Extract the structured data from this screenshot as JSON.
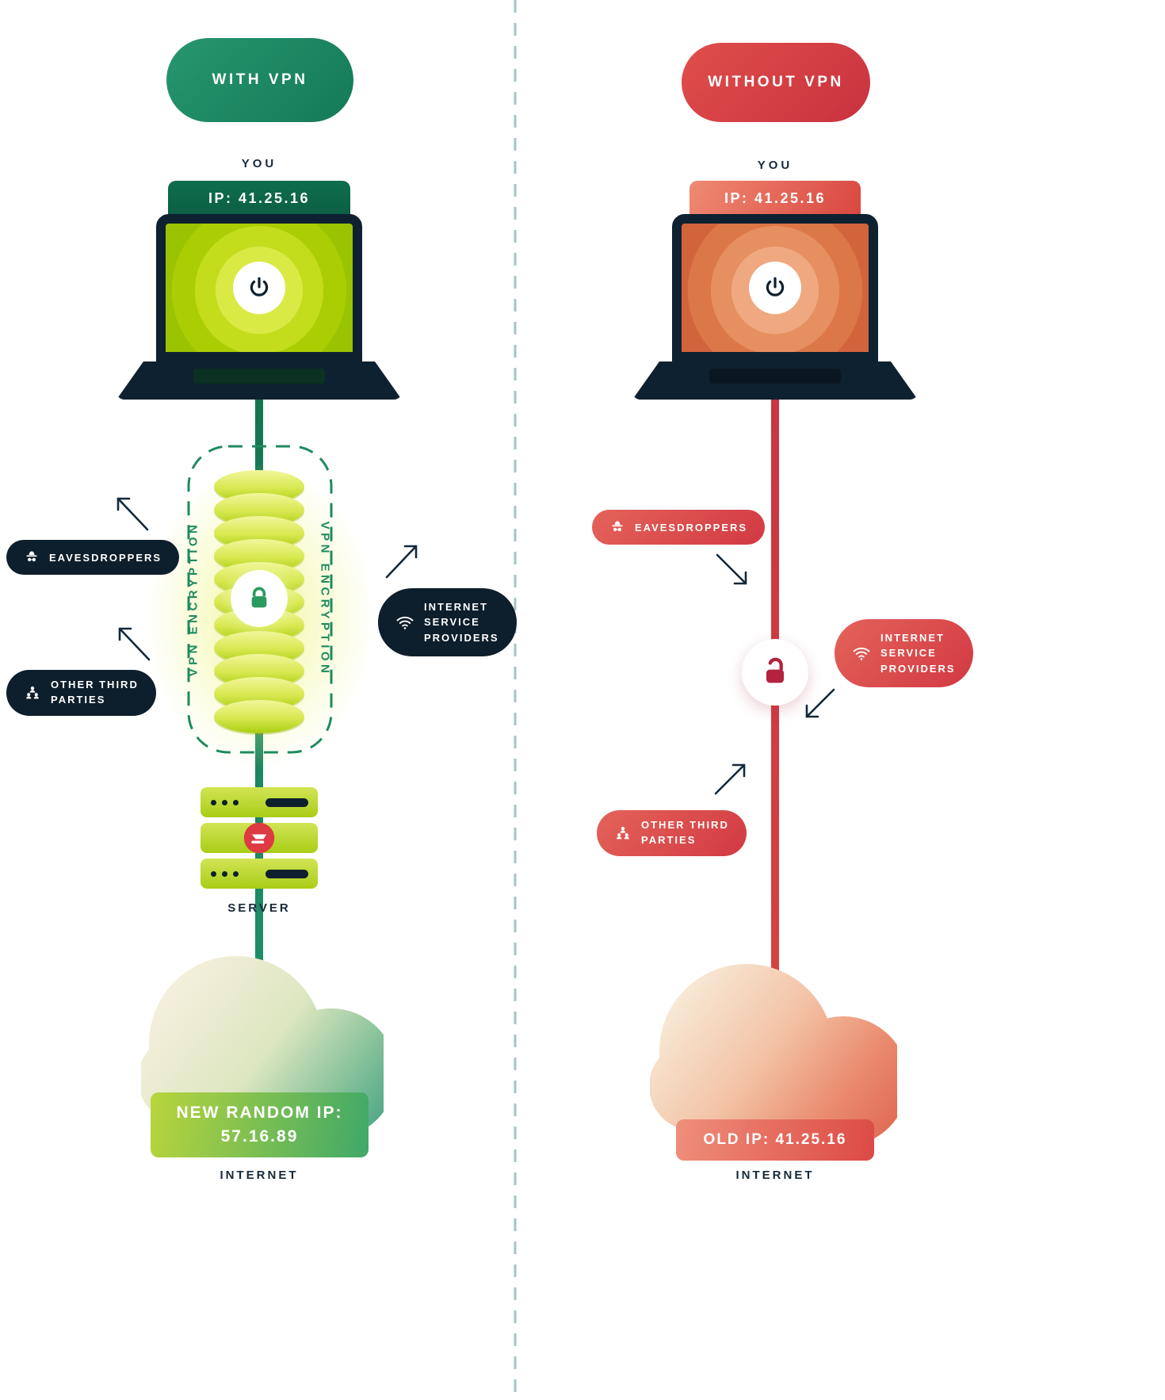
{
  "colors": {
    "brand_green": "#1f8f68",
    "dark_green": "#0d6a4b",
    "lime": "#c6dc35",
    "navy": "#0d1e2c",
    "brand_red": "#d83b43",
    "coral": "#e58a62",
    "divider_teal": "#9fc7c5",
    "white": "#ffffff"
  },
  "with_vpn": {
    "badge": "WITH VPN",
    "you_label": "YOU",
    "ip_label": "IP: 41.25.16",
    "vpn_encryption_left": "VPN ENCRYPTION",
    "vpn_encryption_right": "VPN ENCRYPTION",
    "eavesdroppers": "EAVESDROPPERS",
    "other_third_parties_line1": "OTHER THIRD",
    "other_third_parties_line2": "PARTIES",
    "isp_line1": "INTERNET",
    "isp_line2": "SERVICE",
    "isp_line3": "PROVIDERS",
    "server_label": "SERVER",
    "new_ip_line1": "NEW RANDOM IP:",
    "new_ip_line2": "57.16.89",
    "internet_label": "INTERNET"
  },
  "without_vpn": {
    "badge": "WITHOUT VPN",
    "you_label": "YOU",
    "ip_label": "IP: 41.25.16",
    "eavesdroppers": "EAVESDROPPERS",
    "isp_line1": "INTERNET",
    "isp_line2": "SERVICE",
    "isp_line3": "PROVIDERS",
    "other_third_parties_line1": "OTHER THIRD",
    "other_third_parties_line2": "PARTIES",
    "old_ip_label": "OLD IP: 41.25.16",
    "internet_label": "INTERNET"
  },
  "icons": {
    "power": "power-symbol",
    "closed_lock": "closed-padlock",
    "open_lock": "open-padlock",
    "spy": "eavesdropper-spy",
    "people": "group-of-people",
    "wifi": "wifi-signal",
    "server_logo": "expressvpn-logo"
  }
}
